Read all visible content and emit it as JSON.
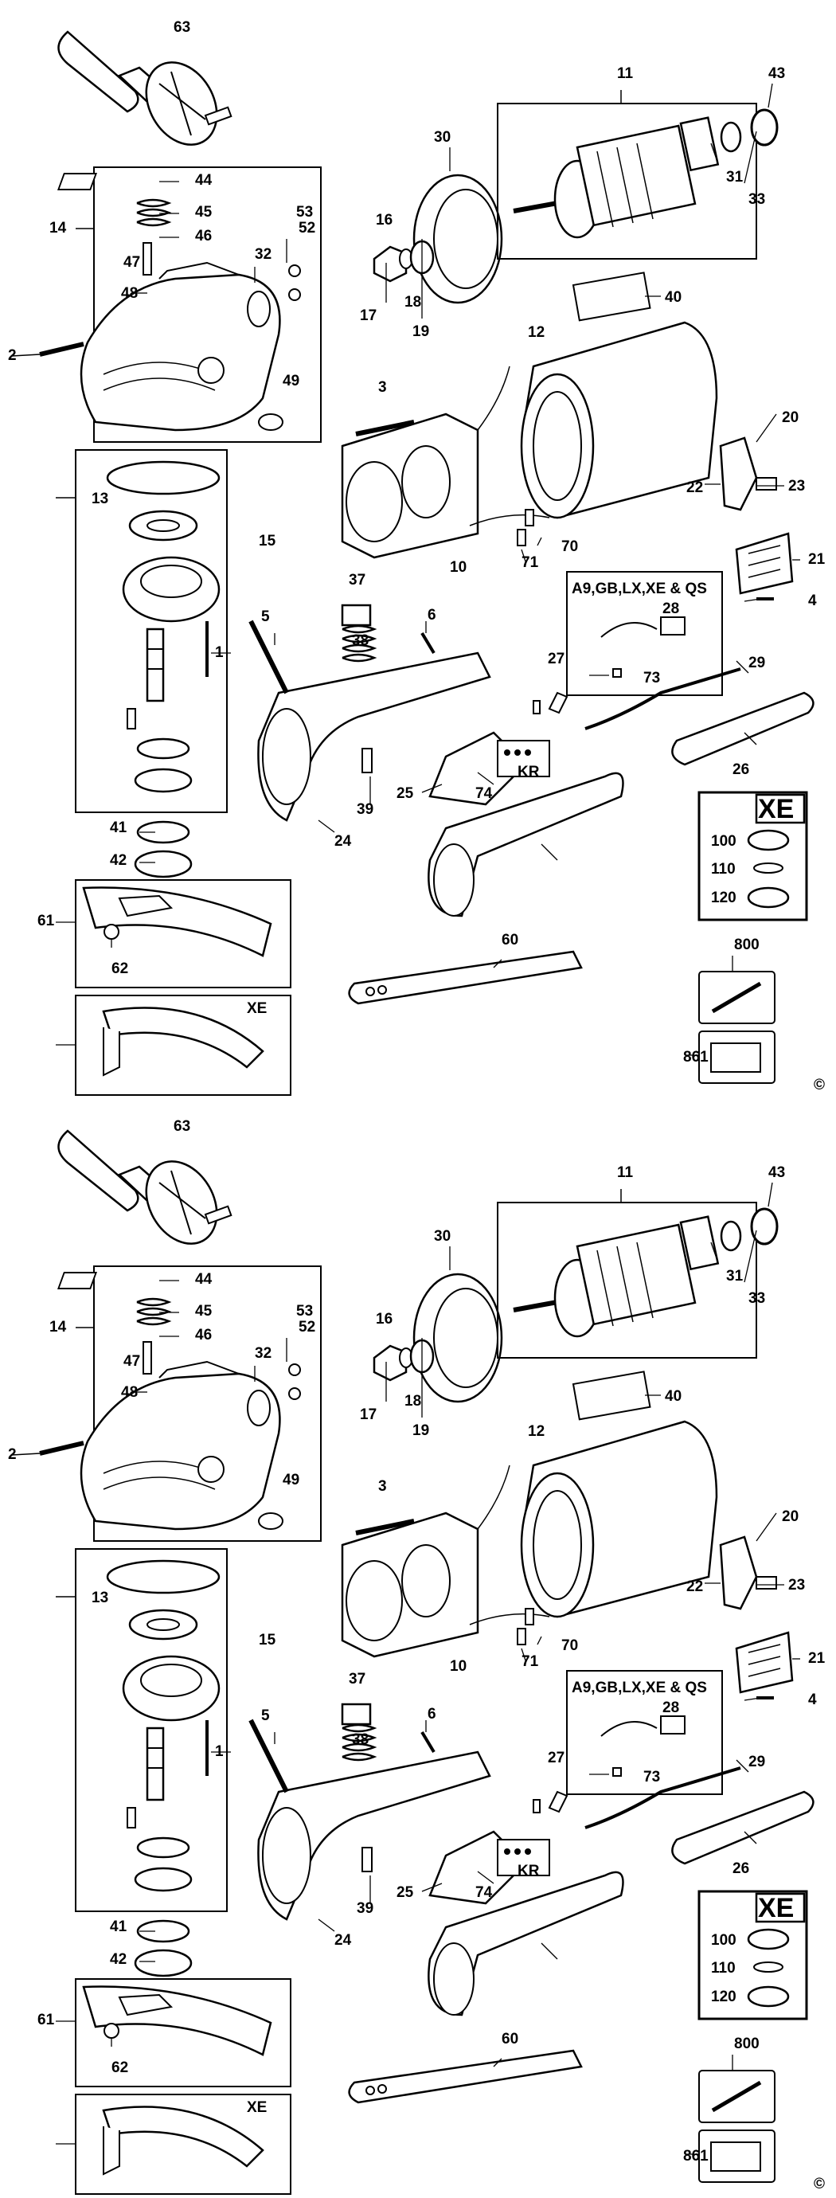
{
  "diagram": {
    "copyright_symbol": "©",
    "region_box_title": "A9,GB,LX,XE & QS",
    "kit_box_title": "XE",
    "guard_box_tag": "XE",
    "bearing_box_tag": "KR",
    "part_numbers": [
      "63",
      "11",
      "43",
      "30",
      "31",
      "33",
      "44",
      "14",
      "45",
      "46",
      "16",
      "52",
      "53",
      "47",
      "32",
      "48",
      "18",
      "17",
      "19",
      "40",
      "2",
      "12",
      "49",
      "20",
      "3",
      "22",
      "23",
      "13",
      "15",
      "70",
      "10",
      "71",
      "37",
      "21",
      "4",
      "6",
      "28",
      "5",
      "1",
      "38",
      "73",
      "27",
      "29",
      "41",
      "39",
      "25",
      "74",
      "26",
      "24",
      "42",
      "100",
      "110",
      "120",
      "60",
      "800",
      "61",
      "62",
      "861"
    ]
  }
}
